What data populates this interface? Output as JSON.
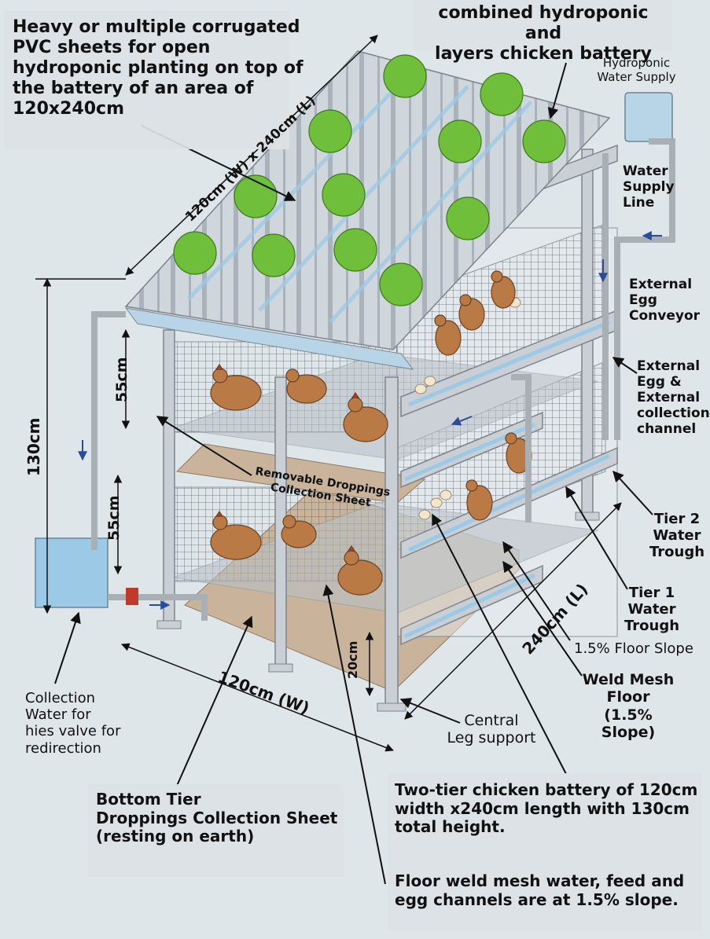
{
  "title": "combined hydroponic and\nlayers chicken battery",
  "labels": {
    "pvc_sheets": "Heavy or multiple corrugated\nPVC sheets for open\nhydroponic planting on top of\nthe battery of an area of\n120x240cm",
    "hydro_supply": "Hydroponic\nWater Supply",
    "water_supply_line": "Water\nSupply\nLine",
    "external_egg_conveyor": "External\nEgg\nConveyor",
    "external_egg_collection": "External\nEgg &\nExternal\ncollection\nchannel",
    "tier2_trough": "Tier 2\nWater\nTrough",
    "tier1_trough": "Tier 1\nWater Trough",
    "floor_slope": "1.5% Floor Slope",
    "weld_mesh": "Weld Mesh\nFloor\n(1.5% Slope)",
    "central_leg": "Central\nLeg support",
    "collection_water": "Collection\nWater for\nhies valve for\nredirection",
    "bottom_tier": "Bottom Tier\nDroppings Collection Sheet\n(resting on earth)",
    "removable_droppings": "Removable Droppings\nCollection Sheet",
    "summary_1": "Two-tier chicken battery of 120cm\nwidth x240cm length with 130cm\ntotal height.",
    "summary_2": "Floor weld mesh water, feed and\negg channels are at 1.5% slope."
  },
  "dimensions": {
    "roof": "120cm (W) x 240cm (L)",
    "height_total": "130cm",
    "tier_upper": "55cm",
    "tier_lower": "55cm",
    "ground": "20cm",
    "length": "240cm (L)",
    "width": "120cm (W)"
  },
  "colors": {
    "background": "#dfe6ea",
    "frame": "#c9cfd4",
    "water": "#9cc9e6",
    "mesh": "#555d66",
    "chicken": "#b97a45",
    "lettuce": "#6fbf3a",
    "sheet": "#c9b49b"
  }
}
